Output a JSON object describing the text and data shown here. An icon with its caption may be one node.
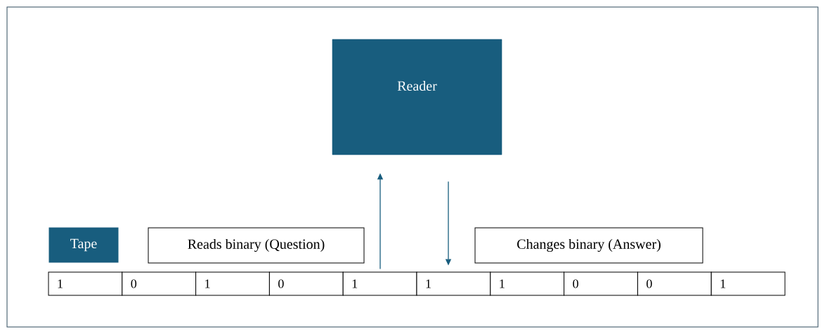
{
  "diagram": {
    "nodes": [
      {
        "text": [
          "Reader"
        ]
      },
      {
        "text": [
          "Tape"
        ]
      },
      {
        "text": [
          "Reads binary (Question)"
        ]
      },
      {
        "text": [
          "Changes binary (Answer)"
        ]
      },
      {
        "text": [
          "1"
        ]
      },
      {
        "text": [
          "0"
        ]
      },
      {
        "text": [
          "1"
        ]
      },
      {
        "text": [
          "0"
        ]
      },
      {
        "text": [
          "1"
        ]
      },
      {
        "text": [
          "1"
        ]
      },
      {
        "text": [
          "1"
        ]
      },
      {
        "text": [
          "0"
        ]
      },
      {
        "text": [
          "0"
        ]
      },
      {
        "text": [
          "1"
        ]
      }
    ],
    "edges": [
      {
        "from": 8,
        "to": 0,
        "arrow": "to"
      },
      {
        "from": 0,
        "to": 9,
        "arrow": "to"
      }
    ]
  }
}
